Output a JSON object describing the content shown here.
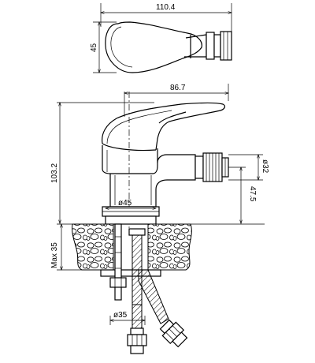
{
  "dimensions": {
    "top_width": "110.4",
    "top_height": "45",
    "spout_reach": "86.7",
    "total_height": "103.2",
    "outlet_diameter": "ø32",
    "outlet_height": "47.5",
    "body_diameter": "ø45",
    "max_mount_thickness": "Max 35",
    "hole_diameter": "ø35"
  }
}
